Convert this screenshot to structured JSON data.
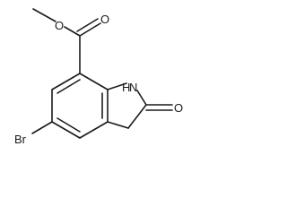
{
  "molecule": {
    "atoms": {
      "ester_o_methyl": "O",
      "ester_o_carbonyl": "O",
      "nh": "H",
      "nh_n": "N",
      "lactam_o": "O",
      "br": "Br"
    }
  }
}
